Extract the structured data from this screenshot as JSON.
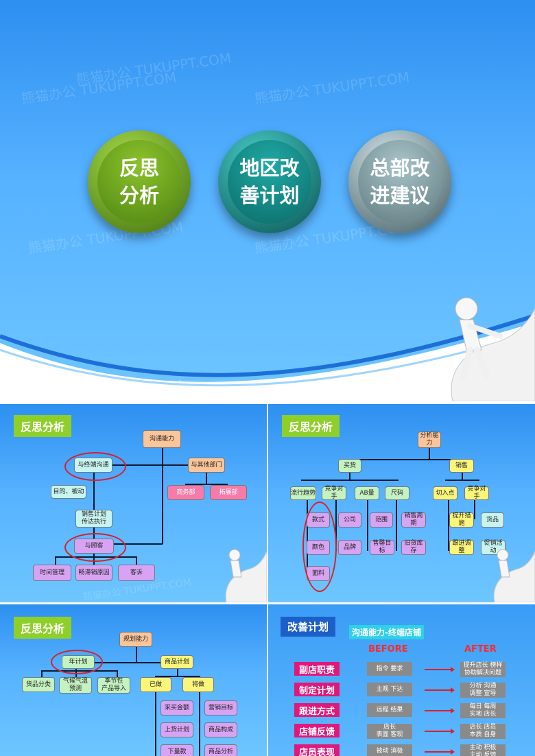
{
  "watermark": "熊猫办公 TUKUPPT.COM",
  "slide1": {
    "circles": [
      {
        "label": "反思\n分析",
        "color": "#6aa41c"
      },
      {
        "label": "地区改\n善计划",
        "color": "#0f8a86"
      },
      {
        "label": "总部改\n进建议",
        "color": "#7c9aa0"
      }
    ]
  },
  "slide2": {
    "tag": "反思分析",
    "nodes": {
      "root": "沟通能力",
      "terminal": "与终端沟通",
      "other_dept": "与其他部门",
      "business": "商务部",
      "expansion": "拓展部",
      "purpose": "目的、被动",
      "plan": "销售计划\n传达执行",
      "customer": "与顾客",
      "time": "时间管理",
      "stagnant": "畅滞销原因",
      "complaint": "客诉"
    }
  },
  "slide3": {
    "tag": "反思分析",
    "nodes": {
      "root": "分析能力",
      "buy": "买货",
      "sell": "销售",
      "trend": "流行趋势",
      "competitor": "竞争对手",
      "ab": "AB量",
      "size": "尺码",
      "entry": "切入点",
      "competitor2": "竞争对手",
      "style": "款式",
      "company": "公司",
      "range": "范围",
      "cycle": "销售周期",
      "measures": "提升措施",
      "goods": "货品",
      "color": "颜色",
      "brand": "品牌",
      "target": "售罄目标",
      "old_stock": "旧货库存",
      "follow": "跟进调整",
      "promo": "促销活动",
      "fabric": "面料"
    }
  },
  "slide4": {
    "tag": "反思分析",
    "nodes": {
      "root": "规划能力",
      "year": "年计划",
      "product_plan": "商品计划",
      "category": "货品分类",
      "weather": "气候气温\n预测",
      "season": "季节性\n产品导入",
      "done": "已做",
      "todo": "将做",
      "buy_amt": "采买金额",
      "sales_target": "营销目标",
      "ship_plan": "上货计划",
      "composition": "商品构成",
      "down": "下量款",
      "analysis": "商品分析"
    }
  },
  "slide5": {
    "tag": "改善计划",
    "subtitle": "沟通能力-终端店铺",
    "before": "BEFORE",
    "after": "AFTER",
    "rows": [
      {
        "label": "副店职责",
        "before": "指令  要求",
        "after": "提升店长 榜样\n协助解决问题"
      },
      {
        "label": "制定计划",
        "before": "主观  下达",
        "after": "分析  沟通\n调整  宣导"
      },
      {
        "label": "跟进方式",
        "before": "远程  结果",
        "after": "每日  每周\n实地  店长"
      },
      {
        "label": "店铺反馈",
        "before": "店长\n表面  客观",
        "after": "店长  店员\n本质  自身"
      },
      {
        "label": "店员表现",
        "before": "被动  消极",
        "after": "主动  积极\n主动  反馈"
      }
    ],
    "colors": {
      "label": "#e0187a",
      "arrow": "#d9202a",
      "before": "#ff2a2a",
      "subtitle_bg": "#2fd0e8"
    }
  }
}
